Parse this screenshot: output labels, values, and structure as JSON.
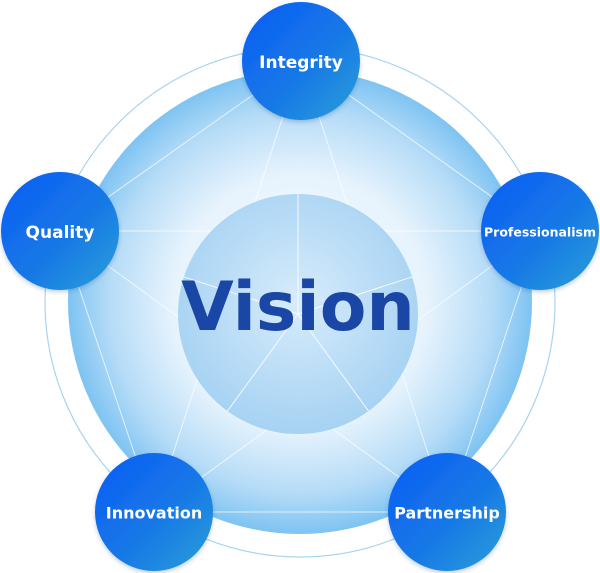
{
  "center": {
    "label": "Vision"
  },
  "values": [
    {
      "id": "integrity",
      "label": "Integrity"
    },
    {
      "id": "professionalism",
      "label": "Professionalism"
    },
    {
      "id": "partnership",
      "label": "Partnership"
    },
    {
      "id": "innovation",
      "label": "Innovation"
    },
    {
      "id": "quality",
      "label": "Quality"
    }
  ],
  "colors": {
    "node_start": "#0a5cf5",
    "node_end": "#2aa0d8",
    "center_text": "#1a47a6",
    "halo_inner": "#ffffff",
    "halo_outer": "#7ec3f2",
    "ring": "#a9d4f1"
  }
}
